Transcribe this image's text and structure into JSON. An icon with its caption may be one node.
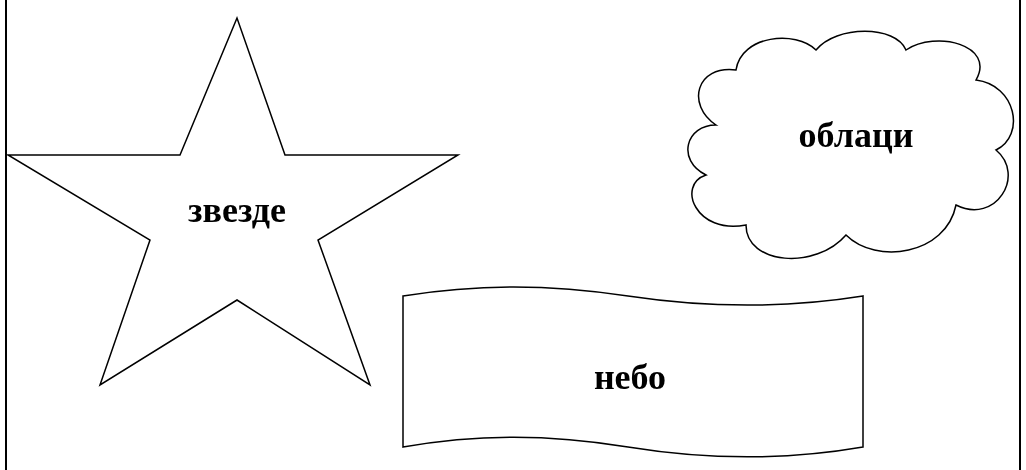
{
  "diagram": {
    "nodes": [
      {
        "text": [
          "звезде"
        ]
      },
      {
        "text": [
          "облаци"
        ]
      },
      {
        "text": [
          "небо"
        ]
      }
    ]
  }
}
